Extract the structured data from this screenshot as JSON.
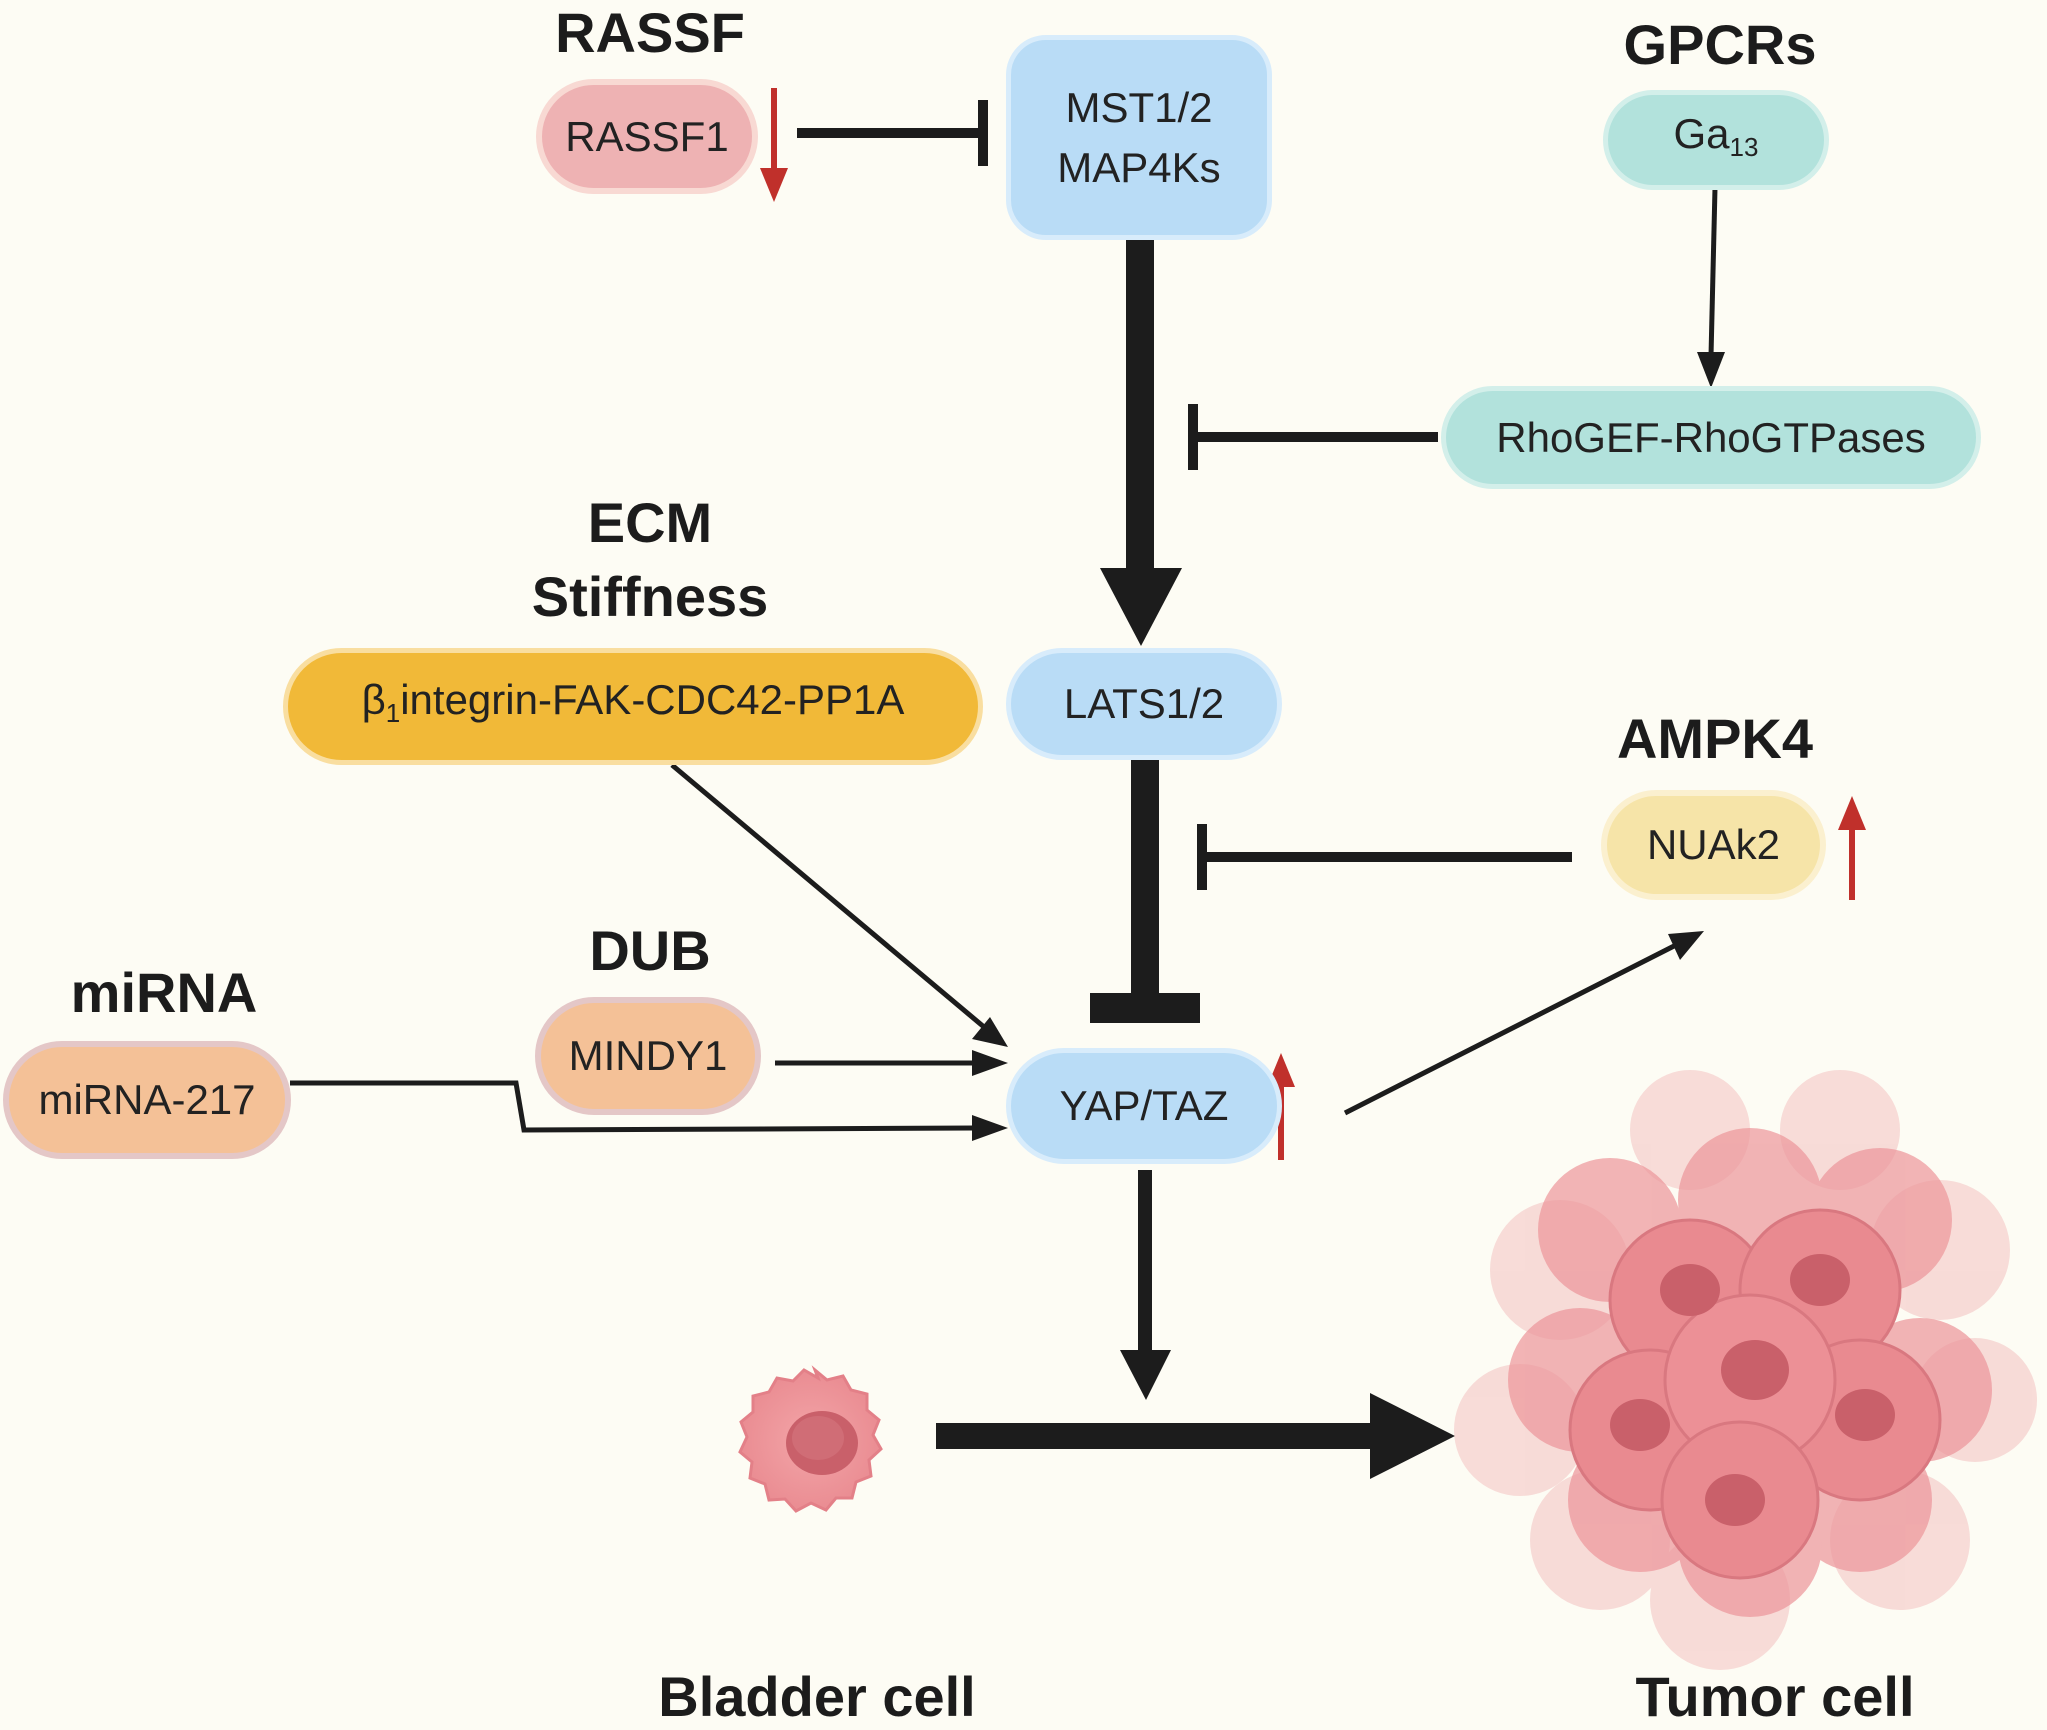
{
  "headings": {
    "rassf": "RASSF",
    "gpcrs": "GPCRs",
    "ecm_line1": "ECM",
    "ecm_line2": "Stiffness",
    "ampk4": "AMPK4",
    "dub": "DUB",
    "mirna": "miRNA",
    "bladder_cell": "Bladder cell",
    "tumor_cell": "Tumor cell"
  },
  "nodes": {
    "rassf1": "RASSF1",
    "mst_line1": "MST1/2",
    "mst_line2": "MAP4Ks",
    "ga13_main": "Ga",
    "ga13_sub": "13",
    "rhogef": "RhoGEF-RhoGTPases",
    "lats": "LATS1/2",
    "integrin_prefix": "β",
    "integrin_sub": "1",
    "integrin_rest": "integrin-FAK-CDC42-PP1A",
    "nuak2": "NUAk2",
    "mindy1": "MINDY1",
    "mirna217": "miRNA-217",
    "yaptaz": "YAP/TAZ"
  },
  "indicators": {
    "rassf1": "down",
    "nuak2": "up",
    "yaptaz": "up"
  },
  "colors": {
    "background": "#fdfcf4",
    "arrow": "#1c1c1c",
    "indicator": "#c0302b",
    "cell": "#e8868c"
  }
}
